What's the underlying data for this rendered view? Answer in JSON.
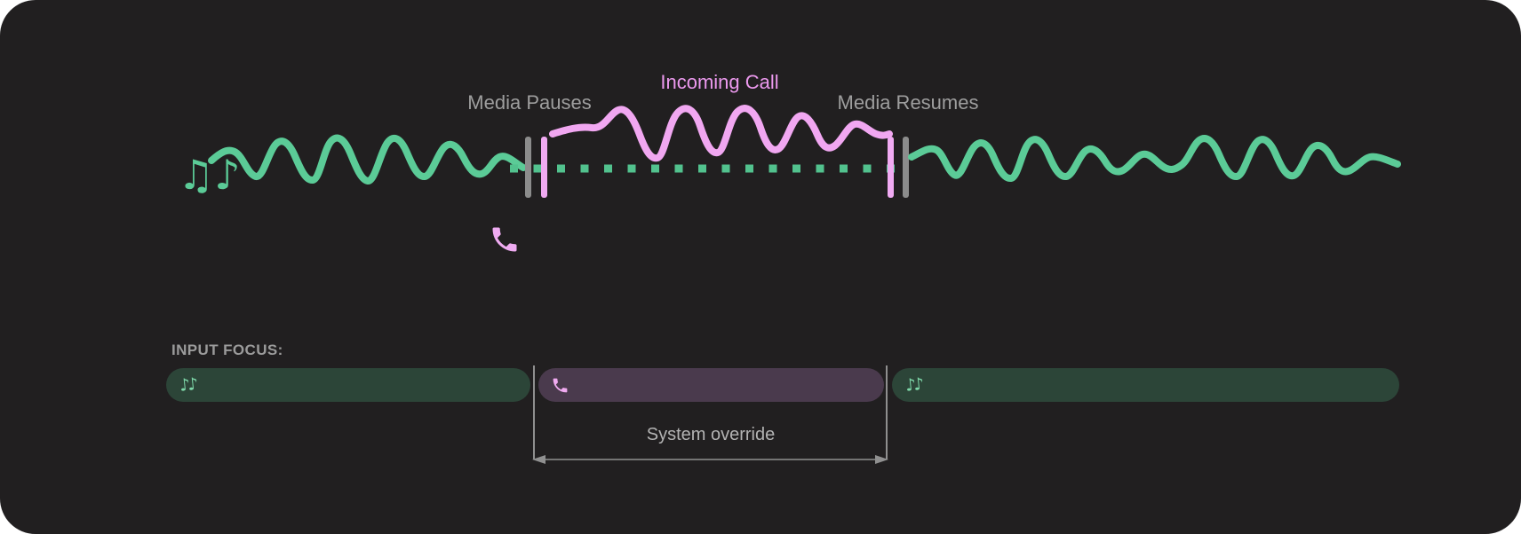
{
  "colors": {
    "page_background": "#ffffff",
    "canvas_background": "#211f20",
    "media_green": "#5bcb97",
    "media_green_muted": "#2c4538",
    "call_pink": "#f1a7f1",
    "call_pink_text": "#ec99ee",
    "call_purple_muted": "#4a3a4d",
    "gray_label": "#9e9e9e",
    "gray_marker": "#8c8c8c"
  },
  "timeline": {
    "media_pauses_label": "Media Pauses",
    "incoming_call_label": "Incoming Call",
    "media_resumes_label": "Media Resumes",
    "music_notes_glyph": "♫♪"
  },
  "input_focus": {
    "heading": "INPUT FOCUS:",
    "override_label": "System override",
    "segment_music_glyph": "♪♪",
    "segments": [
      {
        "kind": "media-playing"
      },
      {
        "kind": "incoming-call"
      },
      {
        "kind": "media-playing"
      }
    ]
  }
}
